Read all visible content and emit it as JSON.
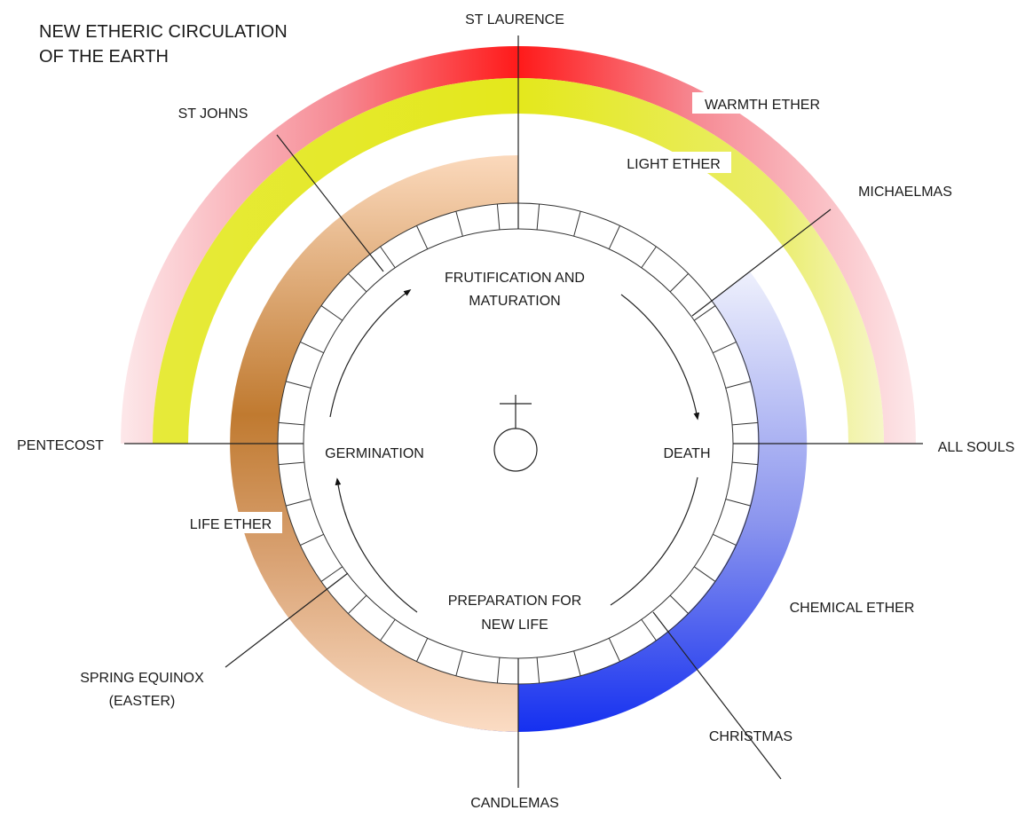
{
  "title": [
    "NEW ETHERIC CIRCULATION",
    "OF THE EARTH"
  ],
  "festivals": {
    "st_laurence": "ST LAURENCE",
    "st_johns": "ST JOHNS",
    "michaelmas": "MICHAELMAS",
    "pentecost": "PENTECOST",
    "all_souls": "ALL SOULS",
    "spring_equinox": [
      "SPRING EQUINOX",
      "(EASTER)"
    ],
    "christmas": "CHRISTMAS",
    "candlemas": "CANDLEMAS"
  },
  "ethers": {
    "warmth": "WARMTH ETHER",
    "light": "LIGHT ETHER",
    "life": "LIFE ETHER",
    "chemical": "CHEMICAL ETHER"
  },
  "phases": {
    "fruitification": [
      "FRUTIFICATION AND",
      "MATURATION"
    ],
    "death": "DEATH",
    "preparation": [
      "PREPARATION FOR",
      "NEW LIFE"
    ],
    "germination": "GERMINATION"
  },
  "colors": {
    "warmth": "#ff1a1a",
    "light": "#e4e81c",
    "life": "#c07a30",
    "life_light": "#f9d3b4",
    "chemical": "#1530f0",
    "chemical_light": "#d4d8f8"
  },
  "ring_segments": 36
}
